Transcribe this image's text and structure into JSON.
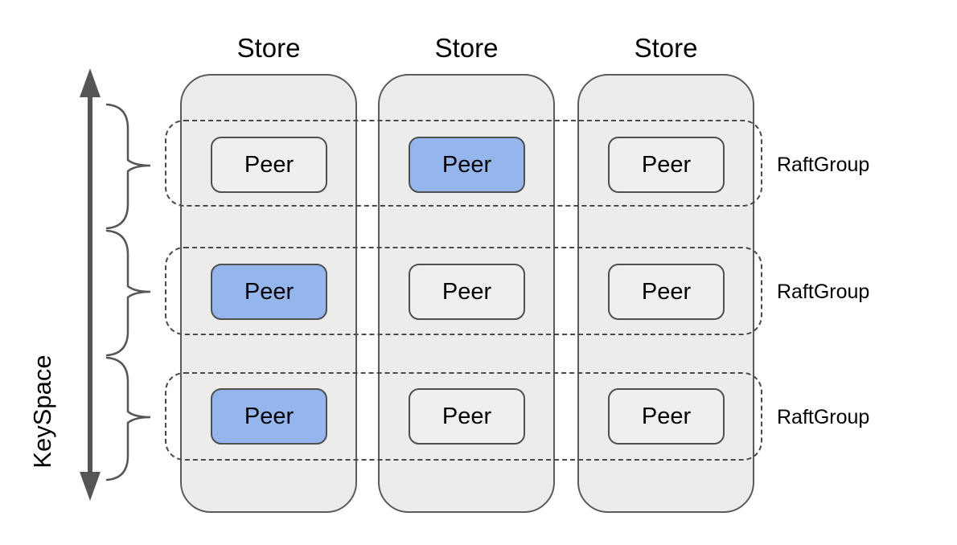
{
  "keyspace": {
    "label": "KeySpace"
  },
  "stores": [
    {
      "label": "Store"
    },
    {
      "label": "Store"
    },
    {
      "label": "Store"
    }
  ],
  "raft_groups": [
    {
      "label": "RaftGroup"
    },
    {
      "label": "RaftGroup"
    },
    {
      "label": "RaftGroup"
    }
  ],
  "peers": [
    {
      "row": 1,
      "store": 1,
      "label": "Peer",
      "fill": "#efefef"
    },
    {
      "row": 1,
      "store": 2,
      "label": "Peer",
      "fill": "#94b6ec"
    },
    {
      "row": 1,
      "store": 3,
      "label": "Peer",
      "fill": "#efefef"
    },
    {
      "row": 2,
      "store": 1,
      "label": "Peer",
      "fill": "#94b6ec"
    },
    {
      "row": 2,
      "store": 2,
      "label": "Peer",
      "fill": "#efefef"
    },
    {
      "row": 2,
      "store": 3,
      "label": "Peer",
      "fill": "#efefef"
    },
    {
      "row": 3,
      "store": 1,
      "label": "Peer",
      "fill": "#94b6ec"
    },
    {
      "row": 3,
      "store": 2,
      "label": "Peer",
      "fill": "#efefef"
    },
    {
      "row": 3,
      "store": 3,
      "label": "Peer",
      "fill": "#efefef"
    }
  ],
  "colors": {
    "store_fill": "#ececeb",
    "store_border": "#5b5b5b",
    "peer_fill": "#efefef",
    "peer_leader_fill": "#94b6ec",
    "peer_border": "#4f4f4f",
    "dash_border": "#4a4a4a",
    "line": "#555555",
    "text": "#000000"
  }
}
